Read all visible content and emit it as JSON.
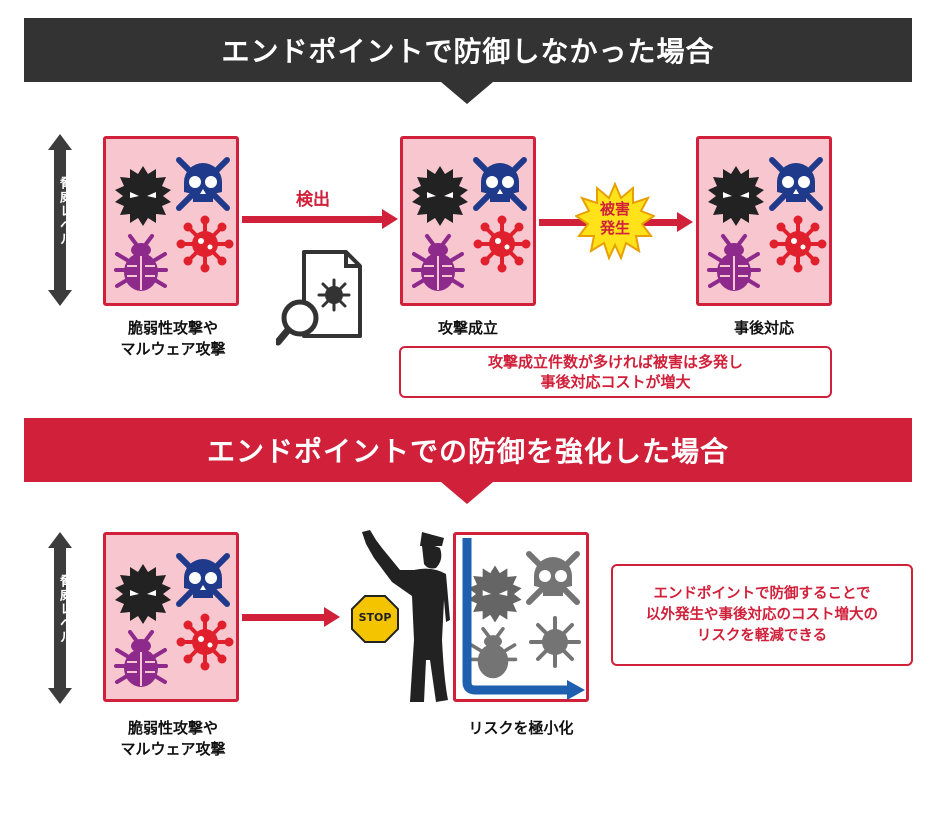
{
  "top_section": {
    "banner_title": "エンドポイントで防御しなかった場合",
    "level_label": "脅威レベル",
    "detect_label": "検出",
    "damage_burst": "被害\n発生",
    "caption_attacks": "脆弱性攻撃や\nマルウェア攻撃",
    "caption_success": "攻撃成立",
    "caption_response": "事後対応",
    "note_line1": "攻撃成立件数が多ければ被害は多発し",
    "note_line2": "事後対応コストが増大"
  },
  "bottom_section": {
    "banner_title": "エンドポイントでの防御を強化した場合",
    "level_label": "脅威レベル",
    "stop_sign": "STOP",
    "caption_attacks": "脆弱性攻撃や\nマルウェア攻撃",
    "caption_minimize": "リスクを極小化",
    "note_line1": "エンドポイントで防御することで",
    "note_line2": "以外発生や事後対応のコスト増大の",
    "note_line3": "リスクを軽減できる"
  },
  "colors": {
    "top_banner": "#333333",
    "bottom_banner": "#d0203a",
    "box_fill": "#f7c6cf",
    "accent_red": "#d0203a",
    "virus_dark": "#222222",
    "skull_blue": "#1f3a8a",
    "bug_purple": "#8e2a8c",
    "germ_red": "#e0202c",
    "arrow_blue": "#1f5fb0",
    "burst_yellow": "#ffe21a"
  }
}
